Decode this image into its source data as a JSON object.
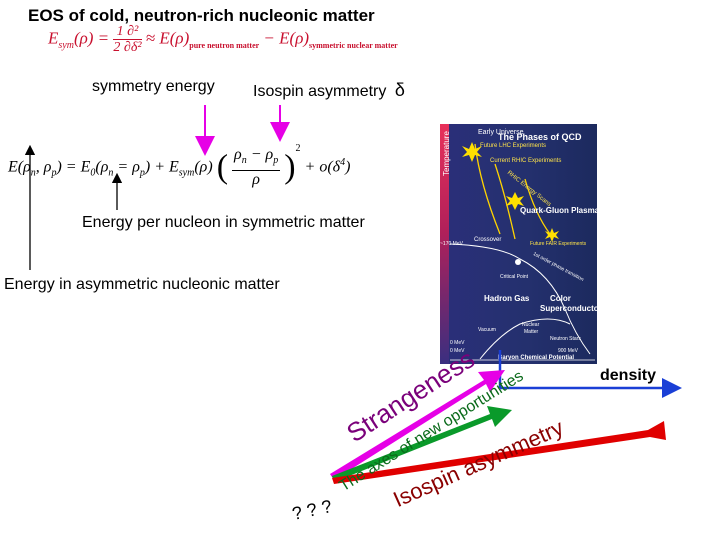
{
  "title": "EOS of cold, neutron-rich nucleonic matter",
  "formula_top": {
    "lhs": "E",
    "sym": "sym",
    "rho": "(ρ) =",
    "frac_num": "1 ∂²",
    "frac_den": "2 ∂δ²",
    "approx": "≈ E(ρ)",
    "pure": "pure neutron matter",
    "minus": "− E(ρ)",
    "symm": "symmetric nuclear matter"
  },
  "labels": {
    "symmetry_energy": "symmetry energy",
    "isospin_asymmetry": "Isospin asymmetry",
    "delta": "δ",
    "energy_symmetric": "Energy per nucleon in symmetric matter",
    "energy_asymmetric": "Energy in asymmetric nucleonic matter",
    "density": "density",
    "question": "? ? ?"
  },
  "formula_main": {
    "lhs": "E(ρ",
    "n": "n",
    "comma": ", ρ",
    "p": "p",
    "eq": ") = E",
    "zero": "0",
    "mid": "(ρ",
    "n2": "n",
    "eq2": " = ρ",
    "p2": "p",
    "plus": ") + E",
    "sym": "sym",
    "rho": "(ρ)",
    "frac_num": "ρ",
    "fn": "n",
    "fminus": " − ρ",
    "fp": "p",
    "frac_den": "ρ",
    "power": "2",
    "tail": "+ o(δ",
    "tail_pow": "4",
    "close": ")"
  },
  "qcd": {
    "temperature": "Temperature",
    "title": "The Phases of QCD",
    "early_universe": "Early Universe",
    "future_lhc": "Future LHC Experiments",
    "current_rhic": "Current RHIC Experiments",
    "rhic_energy_scans": "RHIC Energy Scans",
    "qgp": "Quark-Gluon Plasma",
    "t170": "~170 MeV",
    "crossover": "Crossover",
    "future_fair": "Future FAIR Experiments",
    "first_order": "1st order phase transition",
    "critical_point": "Critical Point",
    "hadron_gas": "Hadron Gas",
    "color_super": "Color",
    "color_super2": "Superconductor",
    "vacuum": "Vacuum",
    "nuclear_matter": "Nuclear",
    "nuclear_matter2": "Matter",
    "neutron_stars": "Neutron Stars",
    "zero_mev_t": "0 MeV",
    "zero_mev_b": "0 MeV",
    "t900": "900 MeV",
    "baryon": "Baryon Chemical Potential"
  },
  "arrows": {
    "strangeness": "Strangeness",
    "new_opportunities": "The axes of new opportunities",
    "isospin_asymmetry": "Isospin asymmetry"
  },
  "colors": {
    "title_red": "#c8102e",
    "magenta": "#e600e6",
    "red_arrow": "#e00000",
    "green": "#0a9a2a",
    "blue": "#1a3fd6"
  }
}
